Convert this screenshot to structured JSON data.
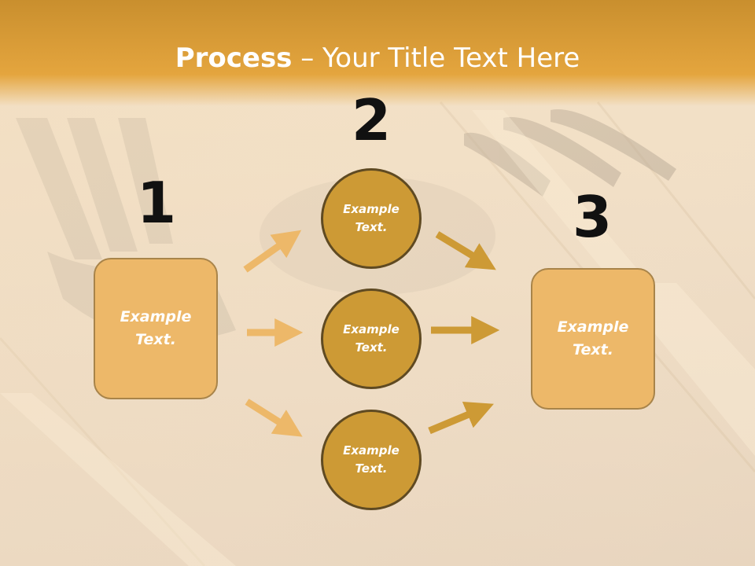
{
  "title": {
    "bold": "Process",
    "rest": " – Your Title Text Here"
  },
  "steps": [
    {
      "number": "1"
    },
    {
      "number": "2"
    },
    {
      "number": "3"
    }
  ],
  "left_box": {
    "text": "Example Text."
  },
  "circles": [
    {
      "text": "Example Text."
    },
    {
      "text": "Example Text."
    },
    {
      "text": "Example Text."
    }
  ],
  "right_box": {
    "text": "Example Text."
  },
  "colors": {
    "title_band": "#e4a53e",
    "box_fill": "#edb869",
    "circle_fill": "#cd9a35",
    "arrow_light": "#edb869",
    "arrow_dark": "#cd9a35"
  }
}
